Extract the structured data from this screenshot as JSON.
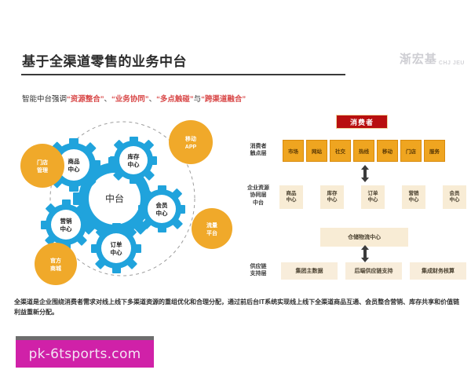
{
  "header": {
    "title": "基于全渠道零售的业务中台",
    "logo_cn": "渐宏基",
    "logo_en": "CHJ JEU"
  },
  "subtitle": {
    "lead": "智能中台强调",
    "q1": "“资源整合”",
    "sep1": "、",
    "q2": "“业务协同”",
    "sep2": "、",
    "q3": "“多点触碰”",
    "sep3": "与",
    "q4": "“跨渠道融合”"
  },
  "gear_diagram": {
    "center": "中台",
    "gears": [
      {
        "label_line1": "商品",
        "label_line2": "中心"
      },
      {
        "label_line1": "库存",
        "label_line2": "中心"
      },
      {
        "label_line1": "会员",
        "label_line2": "中心"
      },
      {
        "label_line1": "订单",
        "label_line2": "中心"
      },
      {
        "label_line1": "营销",
        "label_line2": "中心"
      }
    ],
    "outer_nodes": [
      {
        "label_line1": "门店",
        "label_line2": "管理"
      },
      {
        "label_line1": "移动",
        "label_line2": "APP"
      },
      {
        "label_line1": "流量",
        "label_line2": "平台"
      },
      {
        "label_line1": "官方",
        "label_line2": "商城"
      }
    ],
    "colors": {
      "gear": "#20a3dc",
      "node": "#f0a92a",
      "ring": "#9e9e9e"
    }
  },
  "arch_diagram": {
    "banner": "消费者",
    "layers": [
      {
        "label_line1": "消费者",
        "label_line2": "触点层",
        "label_line3": ""
      },
      {
        "label_line1": "企业资源",
        "label_line2": "协同层",
        "label_line3": "中台"
      },
      {
        "label_line1": "供应链",
        "label_line2": "支持层",
        "label_line3": ""
      }
    ],
    "touchpoints": [
      "市场",
      "网站",
      "社交",
      "热线",
      "移动",
      "门店",
      "服务"
    ],
    "centers": [
      {
        "line1": "商品",
        "line2": "中心"
      },
      {
        "line1": "库存",
        "line2": "中心"
      },
      {
        "line1": "订单",
        "line2": "中心"
      },
      {
        "line1": "营销",
        "line2": "中心"
      },
      {
        "line1": "会员",
        "line2": "中心"
      }
    ],
    "warehouse": "仓储物流中心",
    "supply": [
      "集团主数据",
      "后端供应链支持",
      "集成财务核算"
    ],
    "colors": {
      "banner": "#b80f0f",
      "touch": "#efa520",
      "cell": "#f8ecd5"
    }
  },
  "caption": {
    "text": "全渠道是企业围绕消费者需求对线上线下多渠道资源的重组优化和合理分配，通过前后台IT系统实现线上线下全渠道商品互通、会员整合营销、库存共享和价值链利益重新分配。"
  },
  "watermark": {
    "text": "pk-6tsports.com",
    "color": "#d021a8"
  }
}
